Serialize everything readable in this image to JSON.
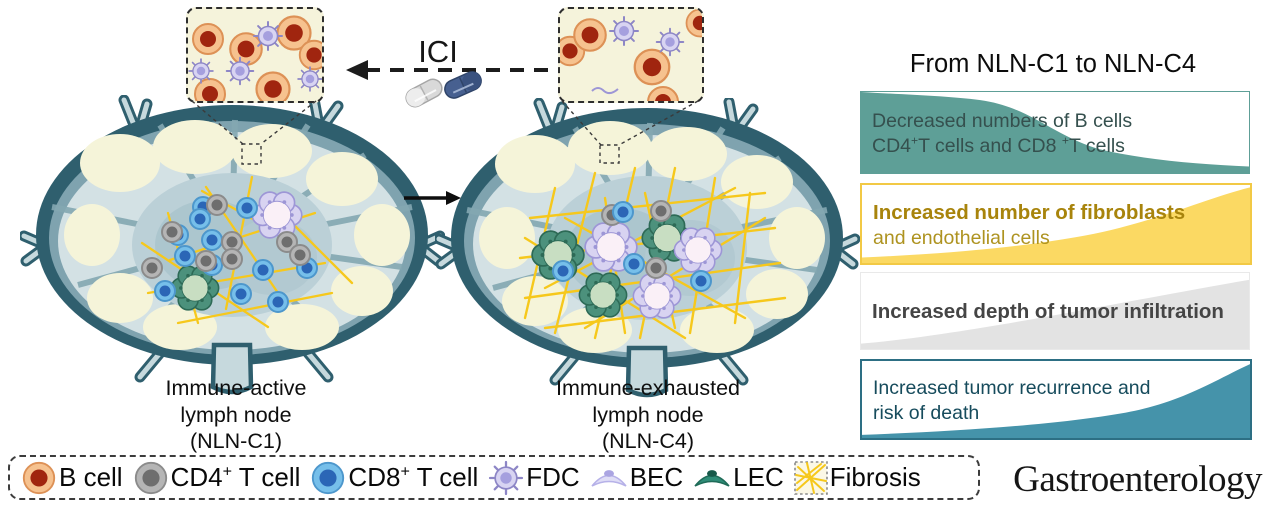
{
  "figure": {
    "ici_label": "ICI",
    "panel": {
      "title": "From NLN-C1 to NLN-C4",
      "boxes": [
        {
          "id": "b-t-cells",
          "line1": "Decreased numbers of B cells",
          "line2_pre": "CD4",
          "line2_sup1": "+",
          "line2_mid": "T cells and CD8 ",
          "line2_sup2": "+",
          "line2_post": "T cells",
          "trend": "decreasing",
          "wedge_color": "#5E9F97"
        },
        {
          "id": "fibroblasts",
          "line1": "Increased number of fibroblasts",
          "line2": "and endothelial cells",
          "trend": "increasing",
          "wedge_color": "#FBD963"
        },
        {
          "id": "tumor-infiltration",
          "line1": "Increased depth of tumor infiltration",
          "trend": "increasing",
          "wedge_color": "#E3E3E3"
        },
        {
          "id": "recurrence",
          "line1": "Increased tumor recurrence and",
          "line2": "risk of death",
          "trend": "increasing",
          "wedge_color": "#4593AA"
        }
      ]
    },
    "nodes": [
      {
        "id": "nln-c1",
        "line1": "Immune-active",
        "line2": "lymph node",
        "line3": "(NLN-C1)"
      },
      {
        "id": "nln-c4",
        "line1": "Immune-exhausted",
        "line2": "lymph node",
        "line3": "(NLN-C4)"
      }
    ],
    "legend": {
      "items": [
        {
          "id": "b-cell",
          "label": "B cell"
        },
        {
          "id": "cd4-t-cell",
          "pre": "CD4",
          "sup": "+",
          "post": " T cell"
        },
        {
          "id": "cd8-t-cell",
          "pre": "CD8",
          "sup": "+",
          "post": " T cell"
        },
        {
          "id": "fdc",
          "label": "FDC"
        },
        {
          "id": "bec",
          "label": "BEC"
        },
        {
          "id": "lec",
          "label": "LEC"
        },
        {
          "id": "fibrosis",
          "label": "Fibrosis"
        }
      ]
    },
    "journal": "Gastroenterology",
    "colors": {
      "decreased_wedge": "#5E9F97",
      "fibroblast_wedge": "#FBD963",
      "infiltration_wedge": "#E3E3E3",
      "recurrence_wedge": "#4593AA",
      "capsule": "#2F5F6E",
      "interior": "#D3E1E4",
      "follicle": "#F5F4D9",
      "fibrosis_fiber": "#F6C81C",
      "b_cell": "#F6C28F",
      "b_cell_nucleus": "#A0250F",
      "cd4_cell": "#B5B5B5",
      "cd8_cell": "#76BFEA",
      "fdc_cell": "#D8D3F1",
      "lec_cell": "#2F8C77",
      "pill_gray": "#D9D9D9",
      "pill_blue": "#476090"
    }
  }
}
